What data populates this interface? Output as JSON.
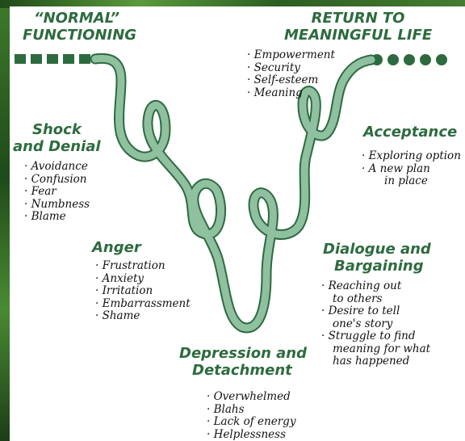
{
  "stages": {
    "normal": {
      "line1": "“NORMAL”",
      "line2": "FUNCTIONING"
    },
    "return": {
      "line1": "RETURN TO",
      "line2": "MEANINGFUL LIFE",
      "items": [
        "Empowerment",
        "Security",
        "Self-esteem",
        "Meaning"
      ]
    },
    "shock": {
      "line1": "Shock",
      "line2": "and Denial",
      "items": [
        "Avoidance",
        "Confusion",
        "Fear",
        "Numbness",
        "Blame"
      ]
    },
    "acceptance": {
      "title": "Acceptance",
      "items": [
        "Exploring option",
        "A new plan",
        "in place"
      ]
    },
    "anger": {
      "title": "Anger",
      "items": [
        "Frustration",
        "Anxiety",
        "Irritation",
        "Embarrassment",
        "Shame"
      ]
    },
    "dialogue": {
      "line1": "Dialogue and",
      "line2": "Bargaining",
      "items": [
        "Reaching out",
        "to others",
        "Desire to tell",
        "one's story",
        "Struggle to find",
        "meaning for what",
        "has happened"
      ]
    },
    "depression": {
      "line1": "Depression and",
      "line2": "Detachment",
      "items": [
        "Overwhelmed",
        "Blahs",
        "Lack of energy",
        "Helplessness"
      ]
    }
  },
  "colors": {
    "ribbon": "#8fc0a0",
    "ribbon_edge": "#2d6b3f",
    "heading": "#2d6b3f",
    "background": "#2f5a26"
  }
}
